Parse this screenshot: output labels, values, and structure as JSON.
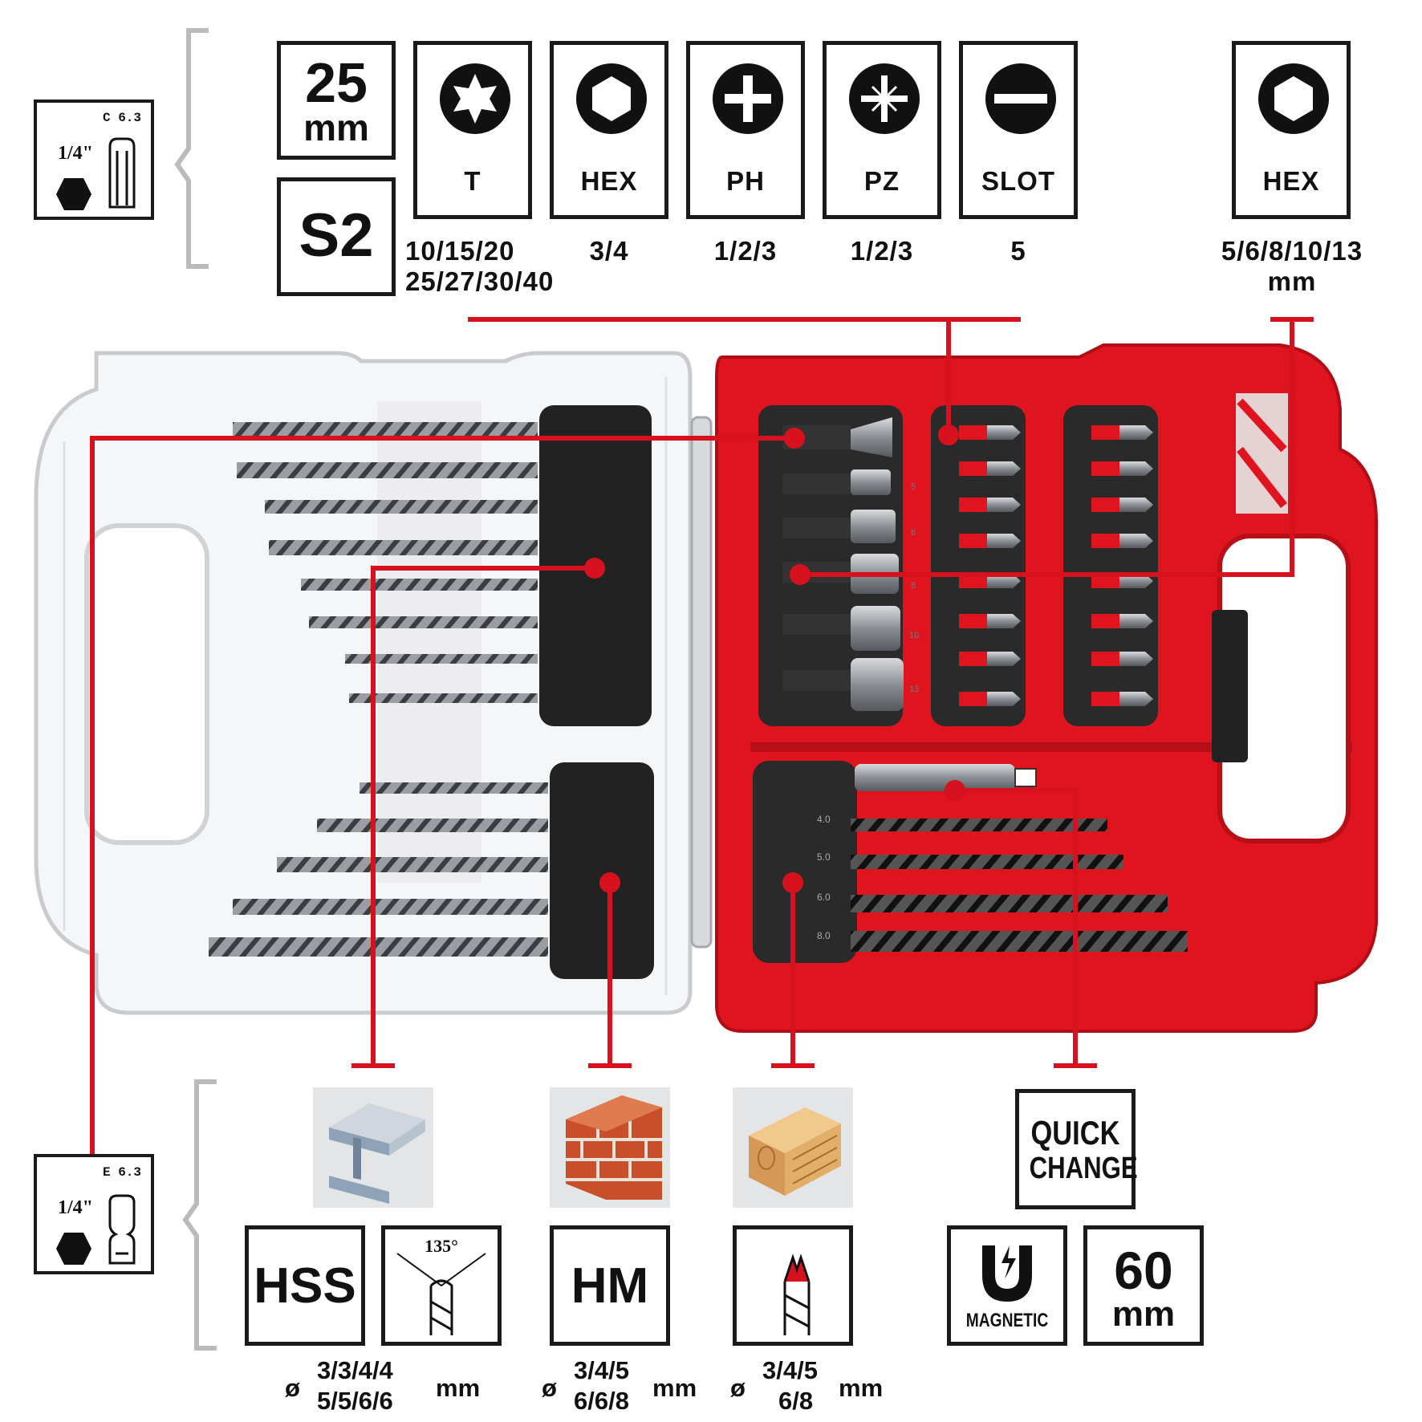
{
  "bit_spec": {
    "length": "25",
    "length_unit": "mm",
    "material": "S2"
  },
  "shank_top": {
    "code": "C 6.3",
    "size": "1/4\""
  },
  "shank_bottom": {
    "code": "E 6.3",
    "size": "1/4\""
  },
  "bit_types": [
    {
      "name": "T",
      "sizes": [
        "10/15/20",
        "25/27/30/40"
      ]
    },
    {
      "name": "HEX",
      "sizes": [
        "3/4"
      ]
    },
    {
      "name": "PH",
      "sizes": [
        "1/2/3"
      ]
    },
    {
      "name": "PZ",
      "sizes": [
        "1/2/3"
      ]
    },
    {
      "name": "SLOT",
      "sizes": [
        "5"
      ]
    }
  ],
  "nut_driver": {
    "name": "HEX",
    "sizes": "5/6/8/10/13",
    "unit": "mm"
  },
  "drills": [
    {
      "badge": "HSS",
      "angle": "135°",
      "diameters": [
        "3/3/4/4",
        "5/5/6/6"
      ],
      "unit": "mm",
      "prefix": "ø"
    },
    {
      "badge": "HM",
      "diameters": [
        "3/4/5",
        "6/6/8"
      ],
      "unit": "mm",
      "prefix": "ø"
    },
    {
      "diameters": [
        "3/4/5",
        "6/8"
      ],
      "unit": "mm",
      "prefix": "ø"
    }
  ],
  "quick_change": {
    "line1": "QUICK",
    "line2": "CHANGE"
  },
  "magnetic": "MAGNETIC",
  "holder_length": {
    "value": "60",
    "unit": "mm"
  },
  "case_labels": {
    "nut_sizes": [
      "5",
      "6",
      "8",
      "10",
      "13"
    ],
    "wood_drills": [
      "4.0",
      "5.0",
      "6.0",
      "8.0"
    ]
  },
  "colors": {
    "accent": "#d7111e",
    "case_red": "#e0141f",
    "dark": "#1a1a1a"
  }
}
